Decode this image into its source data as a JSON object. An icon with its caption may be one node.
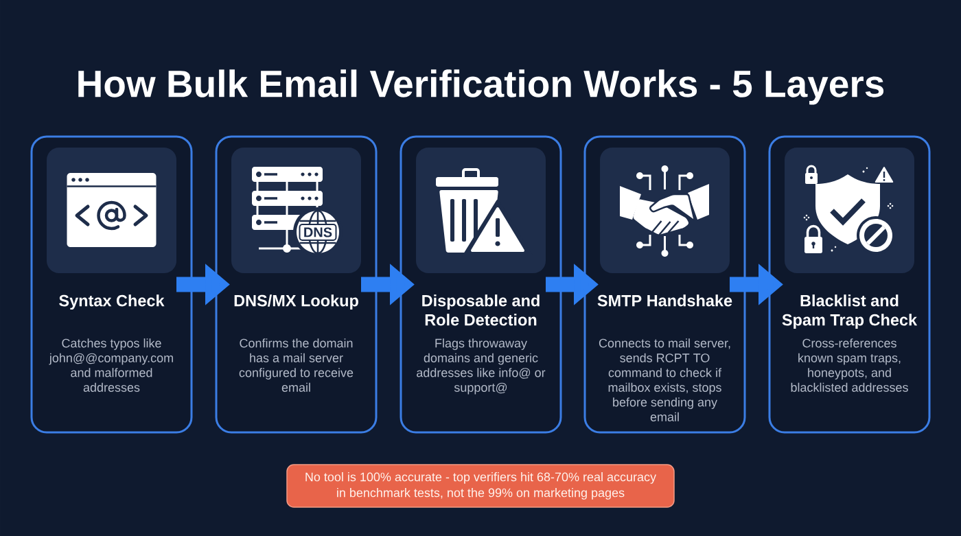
{
  "diagram": {
    "title": "How Bulk Email Verification Works - 5 Layers",
    "nodes": [
      {
        "text": [
          "Syntax Check",
          "Catches typos like john@@company.com and malformed addresses"
        ]
      },
      {
        "text": [
          "DNS/MX Lookup",
          "Confirms the domain has a mail server configured to receive email"
        ]
      },
      {
        "text": [
          "Disposable and Role Detection",
          "Flags throwaway domains and generic addresses like info@ or support@"
        ]
      },
      {
        "text": [
          "SMTP Handshake",
          "Connects to mail server, sends RCPT TO command to check if mailbox exists, stops before sending any email"
        ]
      },
      {
        "text": [
          "Blacklist and Spam Trap Check",
          "Cross-references known spam traps, honeypots, and blacklisted addresses"
        ]
      },
      {
        "text": [
          "No tool is 100% accurate - top verifiers hit 68-70% real accuracy in benchmark tests, not the 99% on marketing pages"
        ]
      }
    ],
    "edges": [
      {
        "from": 0,
        "to": 1,
        "arrow": "to"
      },
      {
        "from": 1,
        "to": 2,
        "arrow": "to"
      },
      {
        "from": 2,
        "to": 3,
        "arrow": "to"
      },
      {
        "from": 3,
        "to": 4,
        "arrow": "to"
      }
    ],
    "labels": [
      "DNS"
    ]
  }
}
